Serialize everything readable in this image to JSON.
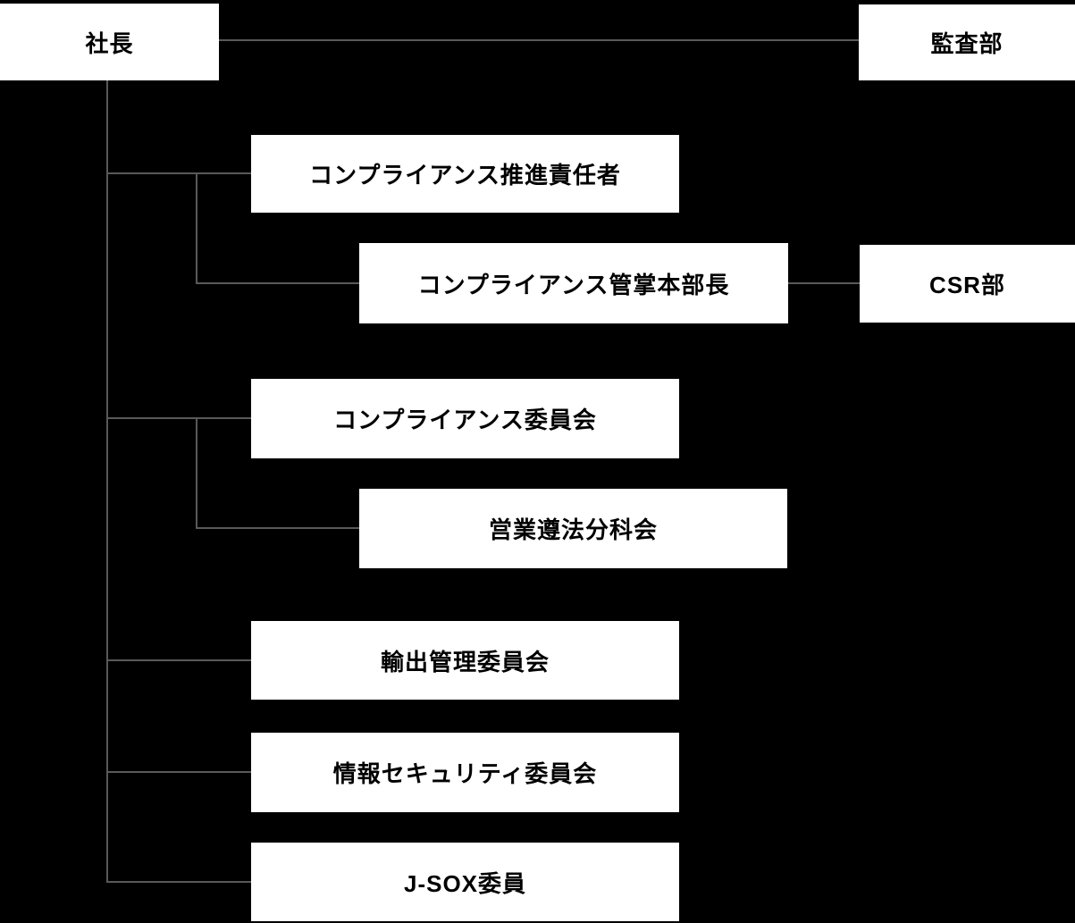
{
  "diagram": {
    "title": "compliance-organization-chart",
    "background": "#000000",
    "box_background": "#ffffff",
    "box_text_color": "#000000",
    "connector_color": "#595959"
  },
  "nodes": {
    "president": {
      "label": "社長"
    },
    "audit_department": {
      "label": "監査部"
    },
    "compliance_promotion_officer": {
      "label": "コンプライアンス推進責任者"
    },
    "compliance_general_manager": {
      "label": "コンプライアンス管掌本部長"
    },
    "csr_department": {
      "label": "CSR部"
    },
    "compliance_committee": {
      "label": "コンプライアンス委員会"
    },
    "sales_compliance_subcommittee": {
      "label": "営業遵法分科会"
    },
    "export_control_committee": {
      "label": "輸出管理委員会"
    },
    "information_security_committee": {
      "label": "情報セキュリティ委員会"
    },
    "jsox_member": {
      "label": "J-SOX委員"
    }
  },
  "edges": [
    {
      "from": "president",
      "to": "audit_department"
    },
    {
      "from": "president",
      "to": "compliance_promotion_officer"
    },
    {
      "from": "compliance_promotion_officer",
      "to": "compliance_general_manager"
    },
    {
      "from": "compliance_general_manager",
      "to": "csr_department"
    },
    {
      "from": "president",
      "to": "compliance_committee"
    },
    {
      "from": "compliance_committee",
      "to": "sales_compliance_subcommittee"
    },
    {
      "from": "president",
      "to": "export_control_committee"
    },
    {
      "from": "president",
      "to": "information_security_committee"
    },
    {
      "from": "president",
      "to": "jsox_member"
    }
  ]
}
